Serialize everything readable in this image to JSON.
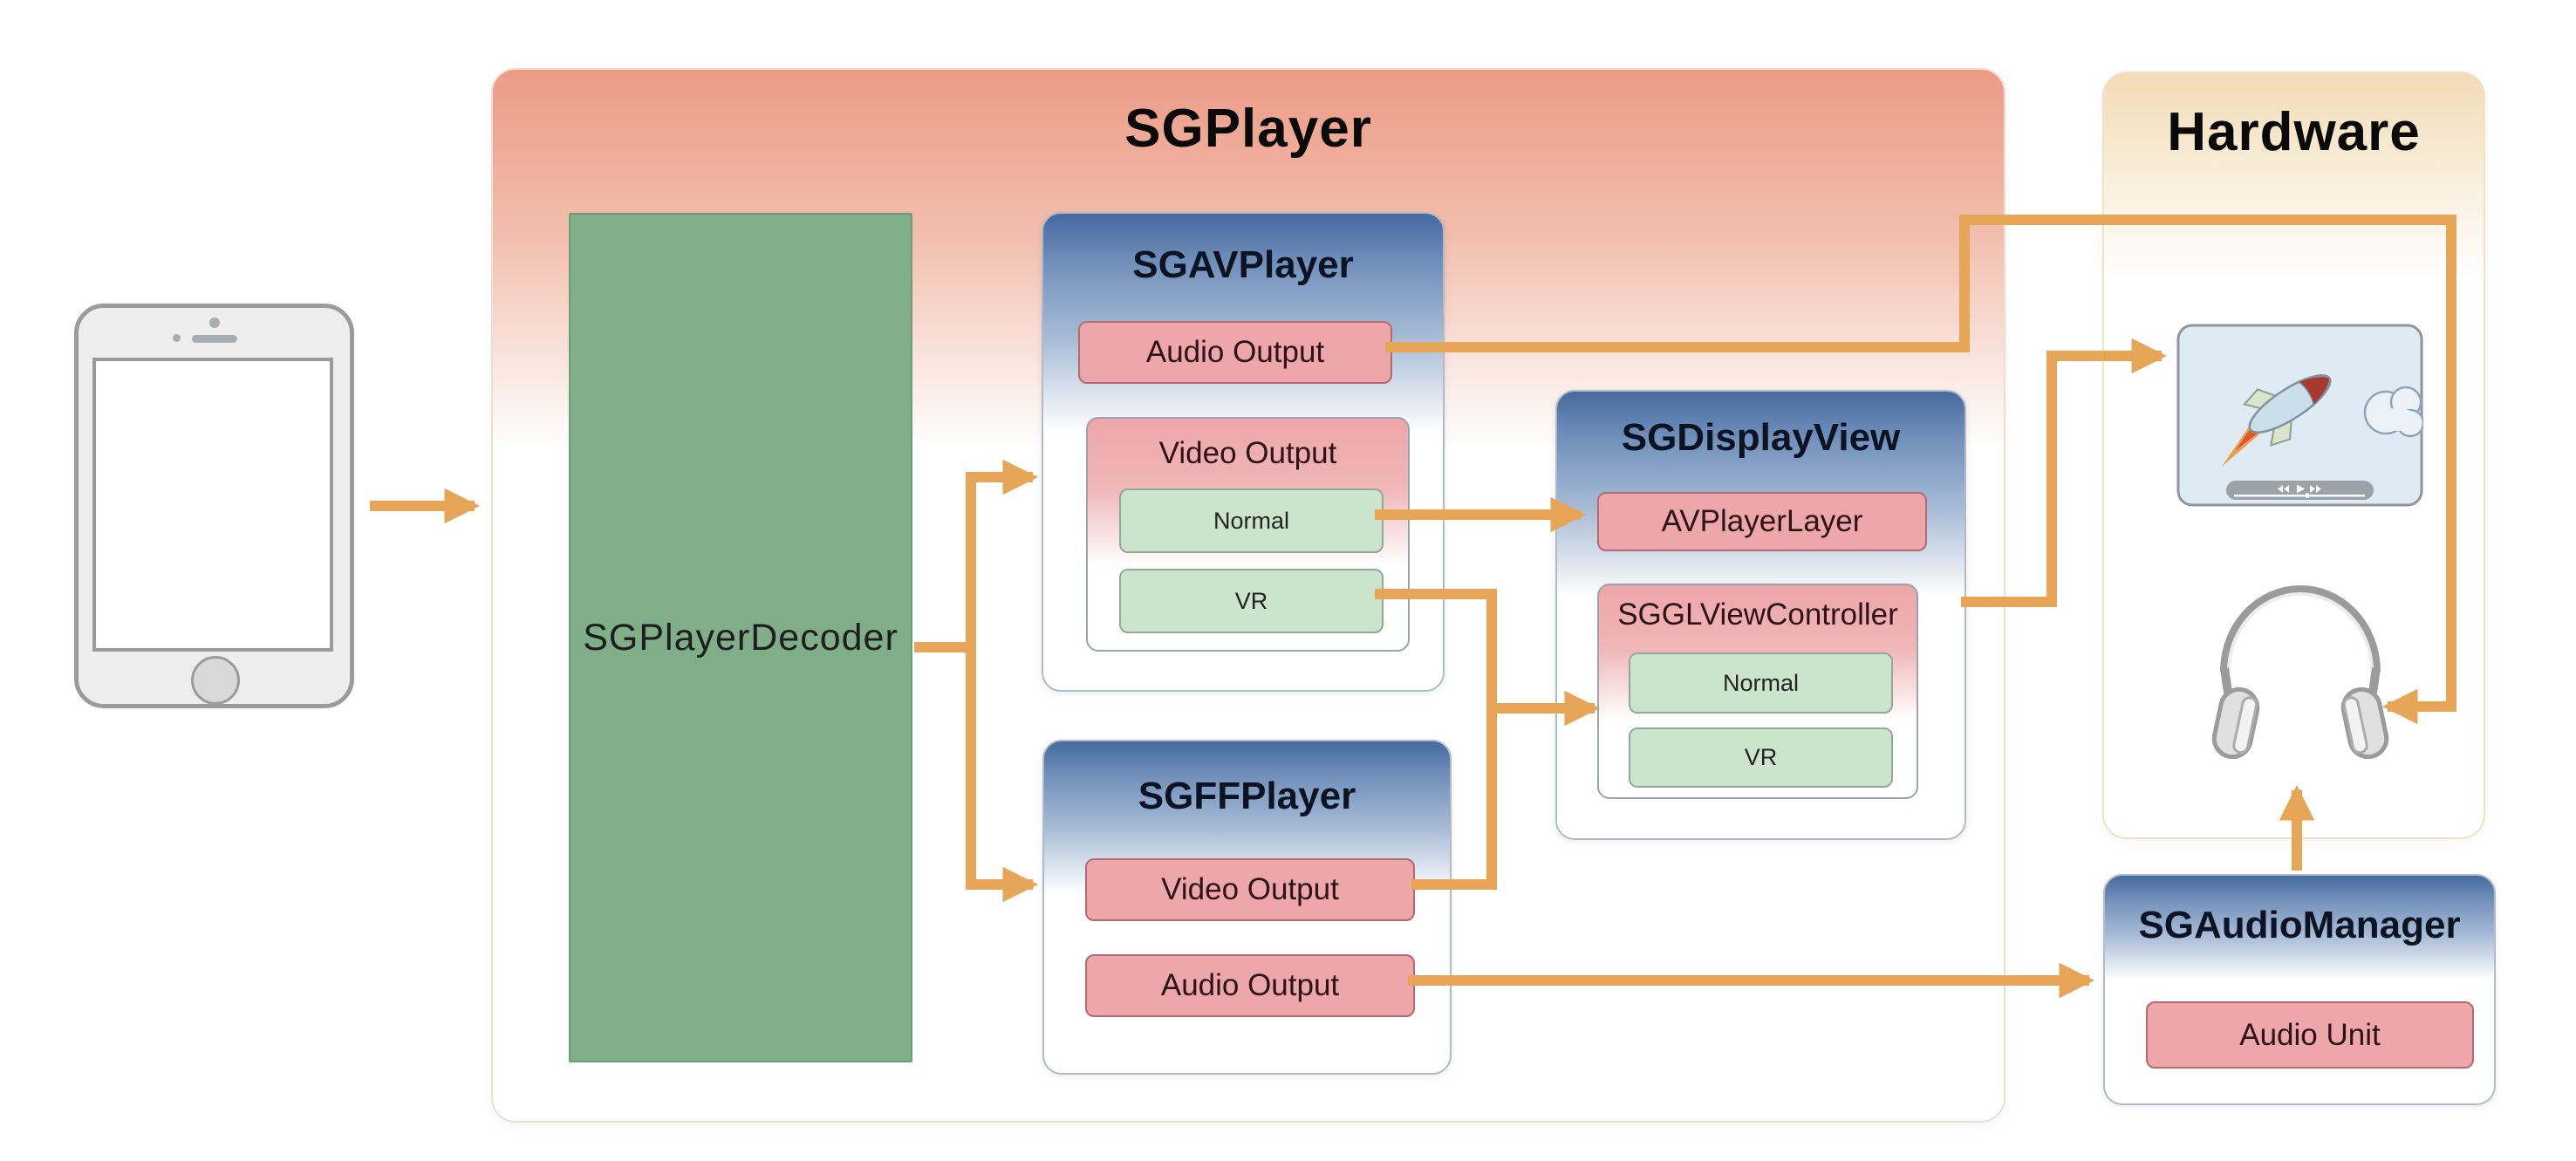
{
  "colors": {
    "arrow": "#E6A557",
    "decoder-green": "#7FAE88",
    "module-pink": "#EDA6A9",
    "module-pink-border": "#B26B70",
    "sub-green": "#CBE5CD",
    "sub-green-border": "#93A89A",
    "header-blue-top": "#46699F",
    "sgplayer-header": "#EC9B86",
    "hardware-header": "#F2DBB6"
  },
  "sgplayer": {
    "title": "SGPlayer",
    "decoder_label": "SGPlayerDecoder",
    "sgavplayer": {
      "title": "SGAVPlayer",
      "audio_output": "Audio Output",
      "video_output": "Video Output",
      "normal": "Normal",
      "vr": "VR"
    },
    "sgffplayer": {
      "title": "SGFFPlayer",
      "video_output": "Video Output",
      "audio_output": "Audio Output"
    },
    "sgdisplayview": {
      "title": "SGDisplayView",
      "avplayerlayer": "AVPlayerLayer",
      "sgglviewcontroller": "SGGLViewController",
      "normal": "Normal",
      "vr": "VR"
    }
  },
  "hardware": {
    "title": "Hardware"
  },
  "sgaudiomanager": {
    "title": "SGAudioManager",
    "audio_unit": "Audio Unit"
  }
}
